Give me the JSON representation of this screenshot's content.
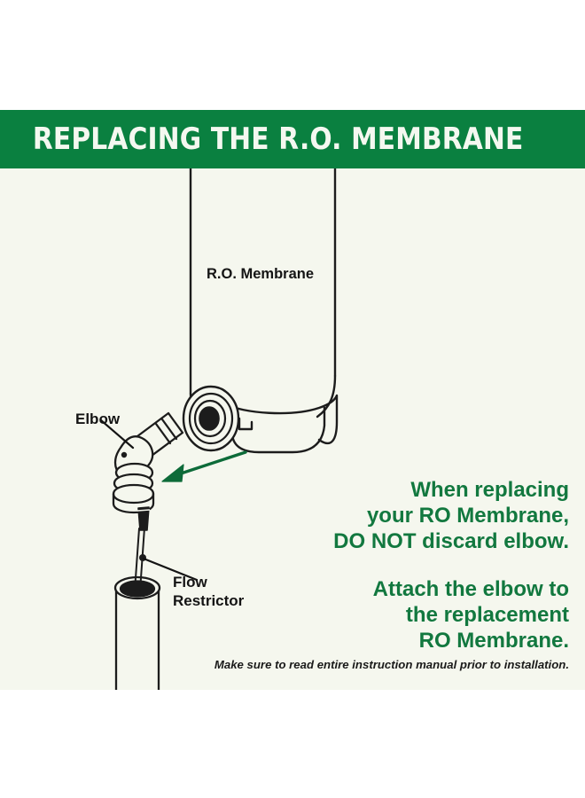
{
  "page": {
    "background_color": "#ffffff",
    "panel_color": "#f5f7ee"
  },
  "banner": {
    "title": "REPLACING THE R.O. MEMBRANE",
    "background_color": "#0a8040",
    "text_color": "#f4f8f0"
  },
  "diagram": {
    "line_color": "#1c1c1c",
    "arrow_color": "#0d6b39",
    "labels": {
      "membrane": "R.O. Membrane",
      "elbow": "Elbow",
      "flow_restrictor_line1": "Flow",
      "flow_restrictor_line2": "Restrictor"
    },
    "parts": {
      "cylinder": "ro-membrane-cylinder",
      "end_cap": "membrane-end-cap",
      "port": "membrane-outlet-port",
      "elbow_fitting": "elbow-fitting",
      "restrictor_tube": "flow-restrictor-tube",
      "host_tube": "waste-line-tube",
      "arrow": "attach-direction-arrow"
    }
  },
  "messages": {
    "accent_color": "#12783f",
    "block1": "When replacing\nyour RO Membrane,\nDO NOT discard elbow.",
    "block2": "Attach the elbow to\nthe replacement\nRO Membrane.",
    "disclaimer": "Make sure to read entire instruction manual prior to installation."
  }
}
